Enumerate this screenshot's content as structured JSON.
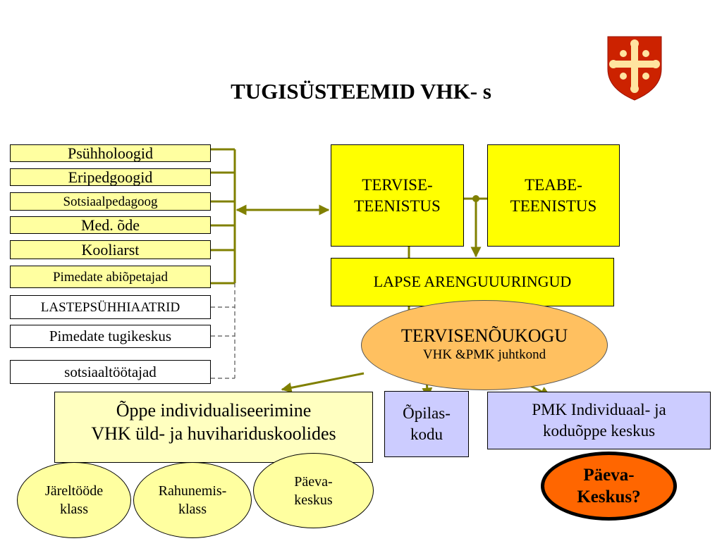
{
  "title": "TUGISÜSTEEMID VHK- s",
  "logo": {
    "icon": "cross-crest-icon",
    "colors": {
      "shield": "#cc2200",
      "cross": "#ffe4a0"
    }
  },
  "left_boxes": [
    {
      "label": "Psühholoogid",
      "style": "yellow"
    },
    {
      "label": "Eripedgoogid",
      "style": "yellow"
    },
    {
      "label": "Sotsiaalpedagoog",
      "style": "yellow"
    },
    {
      "label": "Med. õde",
      "style": "yellow"
    },
    {
      "label": "Kooliarst",
      "style": "yellow"
    },
    {
      "label": "Pimedate abiõpetajad",
      "style": "yellow"
    },
    {
      "label": "LASTEPSÜHHIAATRID",
      "style": "white"
    },
    {
      "label": "Pimedate tugikeskus",
      "style": "white"
    },
    {
      "label": "sotsiaaltöötajad",
      "style": "white"
    }
  ],
  "tervise": {
    "line1": "TERVISE-",
    "line2": "TEENISTUS"
  },
  "teabe": {
    "line1": "TEABE-",
    "line2": "TEENISTUS"
  },
  "lapse": {
    "label": "LAPSE ARENGUUURINGUD"
  },
  "noukogu": {
    "line1": "TERVISENÕUKOGU",
    "line2": "VHK &PMK juhtkond"
  },
  "oppe": {
    "line1": "Õppe individualiseerimine",
    "line2": "VHK üld- ja huvihariduskoolides"
  },
  "opilas": {
    "line1": "Õpilas-",
    "line2": "kodu"
  },
  "pmk": {
    "line1": "PMK Individuaal- ja",
    "line2": "koduõppe keskus"
  },
  "small_ellipses": [
    {
      "line1": "Järeltööde",
      "line2": "klass"
    },
    {
      "line1": "Rahunemis-",
      "line2": "klass"
    },
    {
      "line1": "Päeva-",
      "line2": "keskus"
    }
  ],
  "paeva": {
    "line1": "Päeva-",
    "line2": "Keskus?"
  },
  "colors": {
    "connector": "#808000",
    "accent_orange": "#ff6600",
    "ellipse_orange": "#ffc060"
  }
}
